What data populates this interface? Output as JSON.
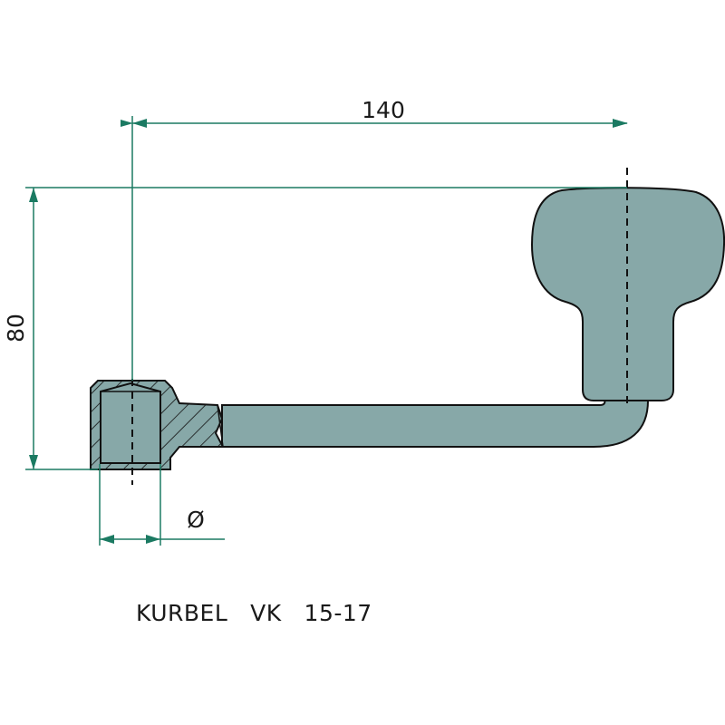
{
  "title": "KURBEL  VK  15-17",
  "dimensions": {
    "length": "140",
    "height": "80",
    "diameter": "Ø"
  },
  "colors": {
    "part_fill": "#87a8a8",
    "dimension_line": "#1b7a62",
    "outline": "#111111"
  }
}
